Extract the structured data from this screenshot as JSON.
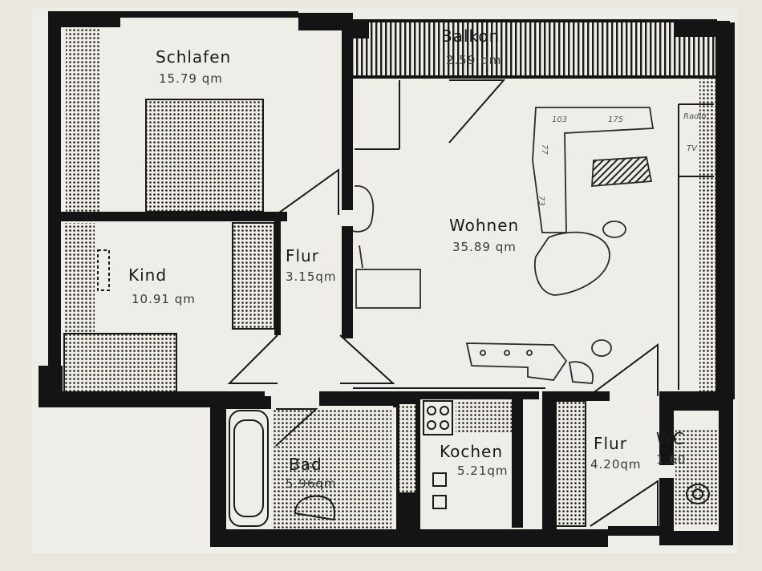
{
  "plan": {
    "rooms": [
      {
        "key": "schlafen",
        "name": "Schlafen",
        "area": "15.79 qm"
      },
      {
        "key": "balkon",
        "name": "Balkon",
        "area": "2.59 qm"
      },
      {
        "key": "kind",
        "name": "Kind",
        "area": "10.91 qm"
      },
      {
        "key": "flur1",
        "name": "Flur",
        "area": "3.15qm"
      },
      {
        "key": "wohnen",
        "name": "Wohnen",
        "area": "35.89 qm"
      },
      {
        "key": "bad",
        "name": "Bad",
        "area": "5.96qm"
      },
      {
        "key": "kochen",
        "name": "Kochen",
        "area": "5.21qm"
      },
      {
        "key": "flur2",
        "name": "Flur",
        "area": "4.20qm"
      },
      {
        "key": "wc",
        "name": "WC",
        "area": "1.60"
      }
    ],
    "notes": {
      "n1": "103",
      "n2": "175",
      "n3": "Radio",
      "n4": "TV",
      "n5": "77",
      "n6": "73"
    },
    "colors": {
      "paper": "#e9e7e0",
      "wall": "#141414",
      "hatch": "#1c1c1c"
    }
  }
}
